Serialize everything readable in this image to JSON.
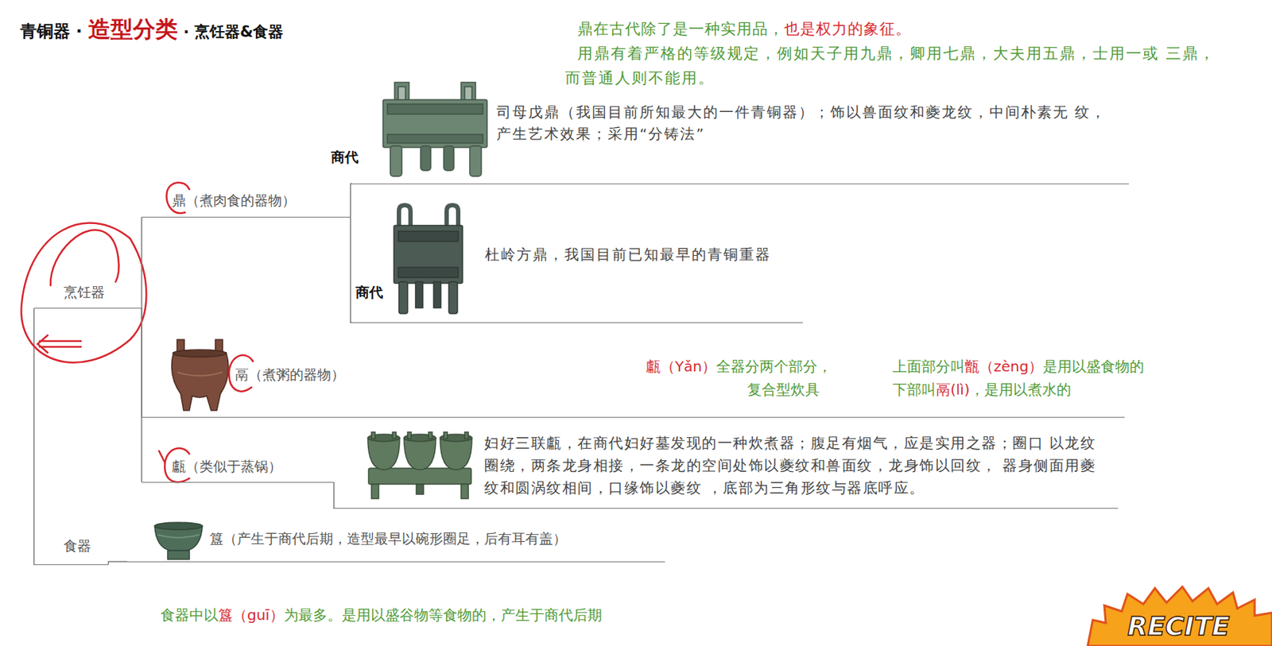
{
  "diagram": {
    "title": "造型分类",
    "nodes": [
      {
        "text": [
          "烹饪器"
        ]
      },
      {
        "text": [
          "鼎（煮肉食的器物）"
        ]
      },
      {
        "text": [
          "司母戊鼎（我国目前所知最大的一件青铜器）；饰以兽面纹和夔龙纹，中间朴素无 纹，产生艺术效果；采用“分铸法”"
        ]
      },
      {
        "text": [
          "杜岭方鼎，我国目前已知最早的青铜重器"
        ]
      },
      {
        "text": [
          "鬲（煮粥的器物）"
        ]
      },
      {
        "text": [
          "甗（类似于蒸锅）"
        ]
      },
      {
        "text": [
          "妇好三联甗，在商代妇好墓发现的一种炊煮器；腹足有烟气，应是实用之器；圈口 以龙纹圈绕，两条龙身相接，一条龙的空间处饰以夔纹和兽面纹，龙身饰以回纹， 器身侧面用夔纹和圆涡纹相间，口缘饰以夔纹 ，底部为三角形纹与器底呼应。"
        ]
      },
      {
        "text": [
          "食器"
        ]
      },
      {
        "text": [
          "簋（产生于商代后期，造型最早以碗形圈足，后有耳有盖）"
        ]
      }
    ],
    "edges": [
      {
        "from": 0,
        "to": 1,
        "arrow": "none"
      },
      {
        "from": 1,
        "to": 2,
        "arrow": "none"
      },
      {
        "from": 1,
        "to": 3,
        "arrow": "none"
      },
      {
        "from": 0,
        "to": 4,
        "arrow": "none"
      },
      {
        "from": 0,
        "to": 5,
        "arrow": "none"
      },
      {
        "from": 5,
        "to": 6,
        "arrow": "none"
      },
      {
        "from": 7,
        "to": 8,
        "arrow": "none"
      }
    ],
    "labels": [
      "青铜器 ·",
      "· 烹饪器&食器",
      "鼎在古代除了是一种实用品，",
      "也是权力的象征。",
      "用鼎有着严格的等级规定，例如天子用九鼎，卿用七鼎，大夫用五鼎，士用一或 三鼎，而普通人则不能用。",
      "商代",
      "商代",
      "甗（Yǎn）",
      "全器分两个部分，",
      "复合型炊具",
      "上面部分叫",
      "甑（zèng）",
      "是用以盛食物的",
      "下部叫",
      "鬲(lì)",
      "，是用以煮水的",
      "食器中以",
      "簋（guī）",
      "为最多。是用以盛谷物等食物的，产生于商代后期",
      "RECITE"
    ]
  }
}
